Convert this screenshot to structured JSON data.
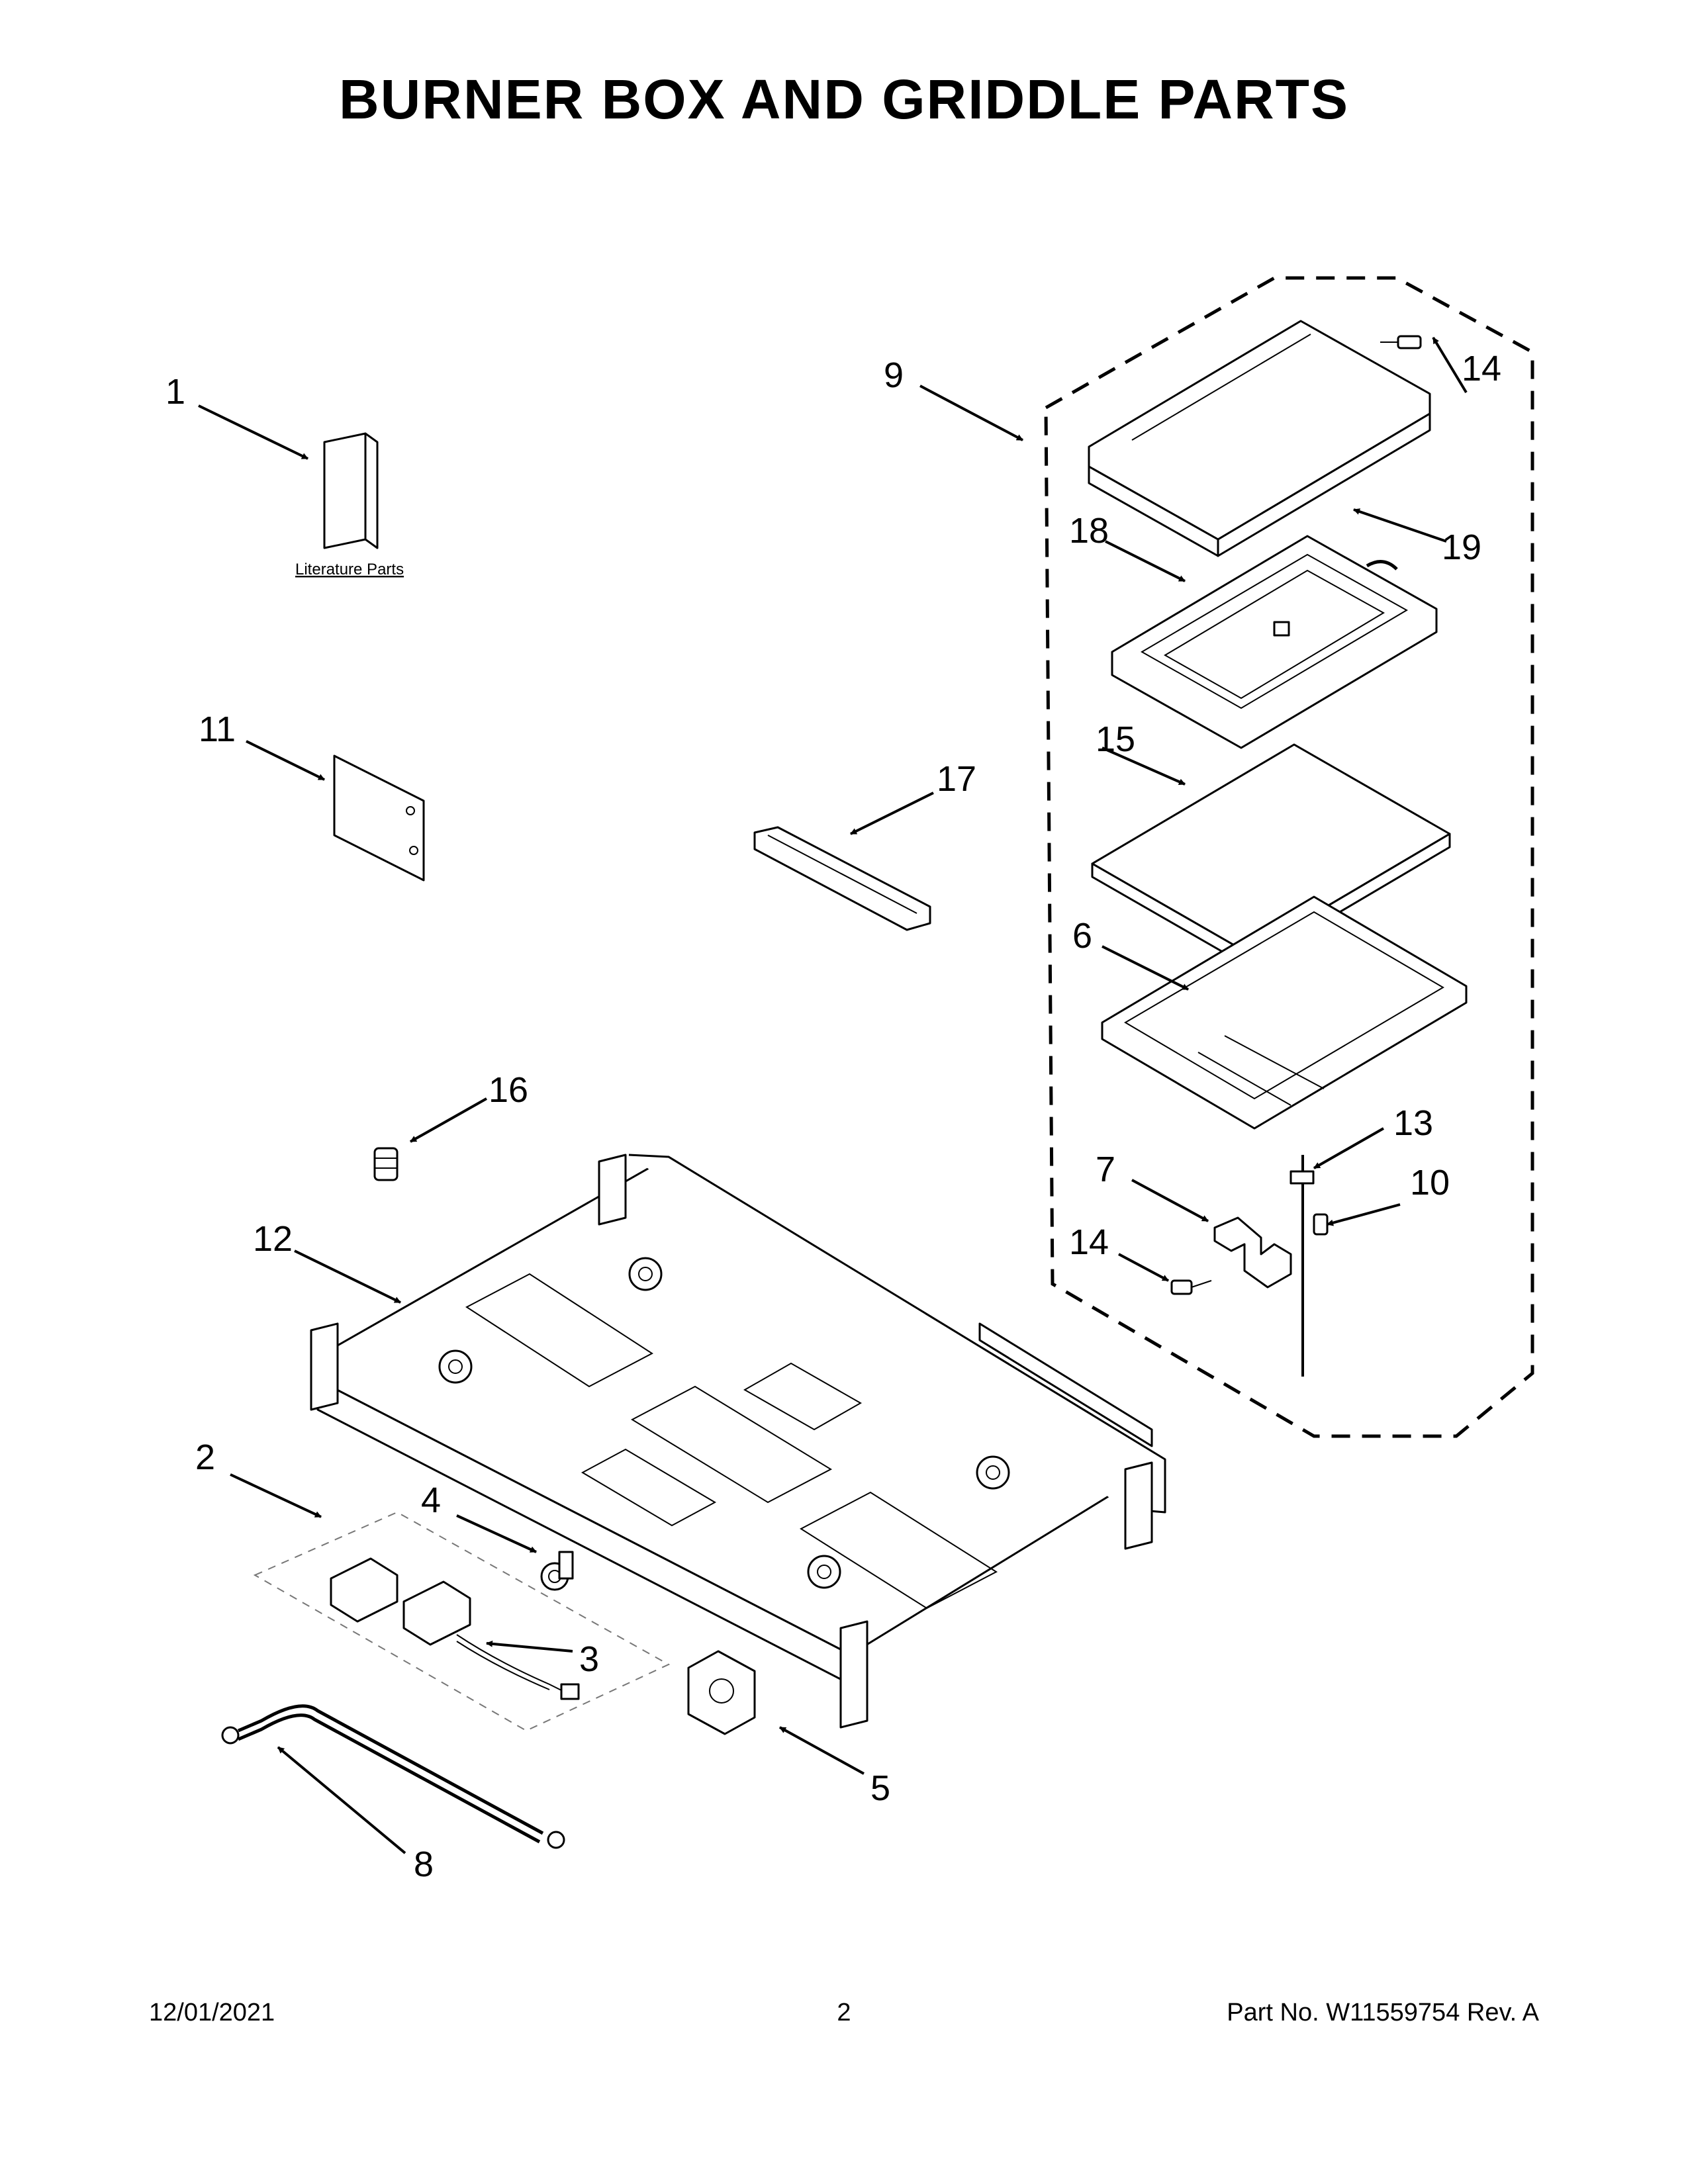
{
  "title": "BURNER BOX AND GRIDDLE PARTS",
  "footer": {
    "date": "12/01/2021",
    "page": "2",
    "part_no": "Part No.  W11559754  Rev.  A"
  },
  "labels": {
    "literature_parts": "Literature Parts"
  },
  "callouts": [
    "1",
    "2",
    "3",
    "4",
    "5",
    "6",
    "7",
    "8",
    "9",
    "10",
    "11",
    "12",
    "13",
    "14",
    "14",
    "15",
    "16",
    "17",
    "18",
    "19"
  ]
}
